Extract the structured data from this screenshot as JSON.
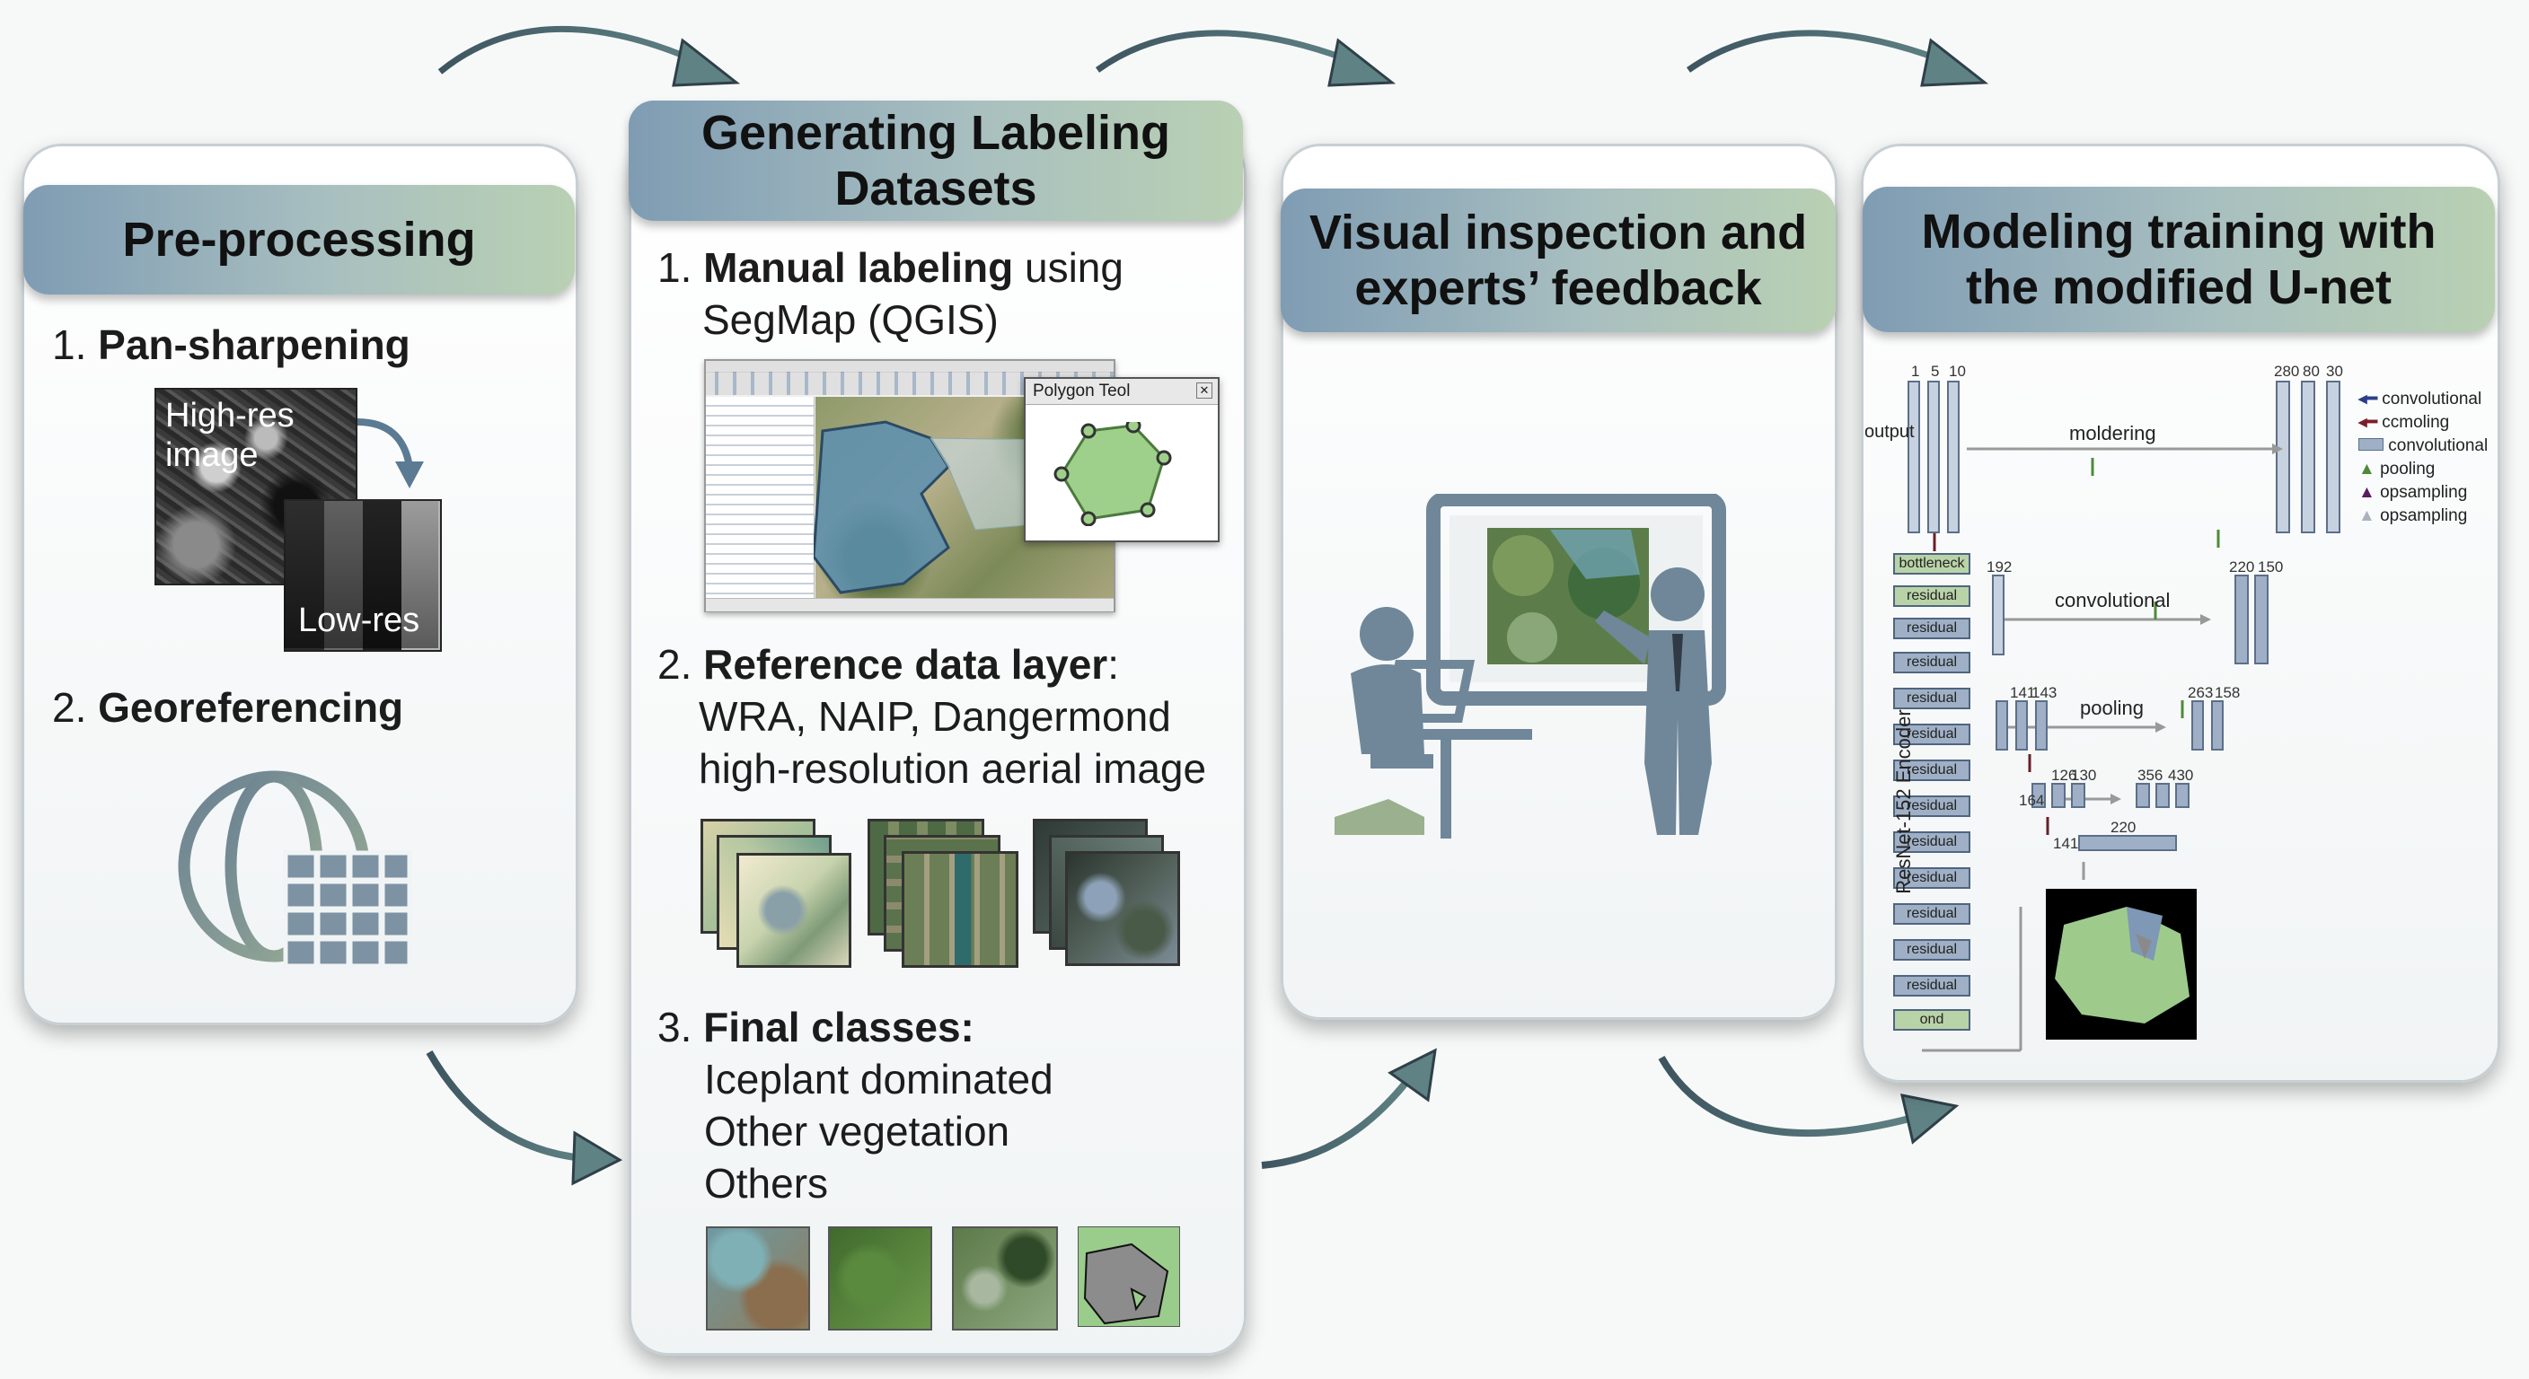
{
  "colors": {
    "header_start": "#7f9cb3",
    "header_end": "#b9d0b3",
    "arrow": "#4f6d78",
    "icon_slate": "#6f8799",
    "icon_green": "#9ab08e"
  },
  "panels": [
    {
      "title": "Pre-processing",
      "steps": [
        {
          "num": "1.",
          "bold": "Pan-sharpening",
          "rest": ""
        },
        {
          "num": "2.",
          "bold": "Georeferencing",
          "rest": ""
        }
      ],
      "image_labels": {
        "high": "High-res image",
        "low": "Low-res"
      }
    },
    {
      "title_line1": "Generating Labeling",
      "title_line2": "Datasets",
      "step1": {
        "num": "1.",
        "bold": "Manual labeling",
        "rest": " using",
        "line2": "SegMap (QGIS)"
      },
      "polygon_tool": "Polygon Teol",
      "step2": {
        "num": "2.",
        "bold": "Reference data layer",
        "rest": ":",
        "line2": "WRA, NAIP, Dangermond",
        "line3": "high-resolution aerial image"
      },
      "step3": {
        "num": "3.",
        "bold": "Final classes:",
        "classes": [
          "Iceplant dominated",
          "Other vegetation",
          "Others"
        ]
      }
    },
    {
      "title_line1": "Visual inspection and",
      "title_line2": "experts’ feedback"
    },
    {
      "title_line1": "Modeling training with",
      "title_line2": "the modified U-net",
      "unet": {
        "output": "output",
        "moldering": "moldering",
        "convolutional": "convolutional",
        "pooling": "pooling",
        "encoder_label": "ResNet-152 Encoder",
        "encoder_blocks": [
          "bottleneck",
          "residual",
          "residual",
          "residual",
          "residual",
          "residual",
          "residual",
          "residual",
          "residual",
          "residual",
          "residual",
          "residual",
          "residual",
          "ond"
        ],
        "top_nums_left": [
          "1",
          "5",
          "10"
        ],
        "top_nums_right": [
          "280",
          "80",
          "30"
        ],
        "legend": [
          {
            "symbol": "arrow-blue",
            "label": "convolutional"
          },
          {
            "symbol": "arrow-red",
            "label": "ccmoling"
          },
          {
            "symbol": "box",
            "label": "convolutional"
          },
          {
            "symbol": "tri-green",
            "label": "pooling"
          },
          {
            "symbol": "tri-purple",
            "label": "opsampling"
          },
          {
            "symbol": "tri-gray",
            "label": "opsampling"
          }
        ],
        "feature_nums": [
          "192",
          "220",
          "150",
          "141",
          "143",
          "263",
          "158",
          "126",
          "130",
          "356",
          "430",
          "164",
          "220",
          "141"
        ]
      }
    }
  ]
}
